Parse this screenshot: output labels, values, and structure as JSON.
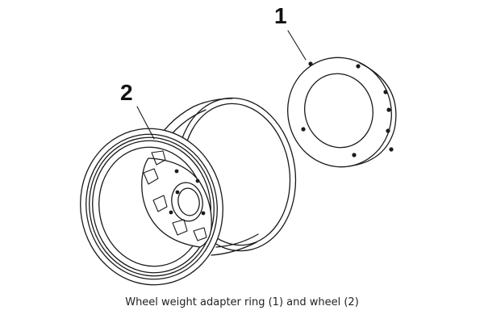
{
  "callouts": [
    {
      "number": "1",
      "part": "Wheel weight adapter ring"
    },
    {
      "number": "2",
      "part": "wheel"
    }
  ],
  "caption": "Wheel weight adapter ring (1) and wheel (2)",
  "colors": {
    "line": "#1a1a1a",
    "text": "#222222",
    "background": "#ffffff"
  }
}
